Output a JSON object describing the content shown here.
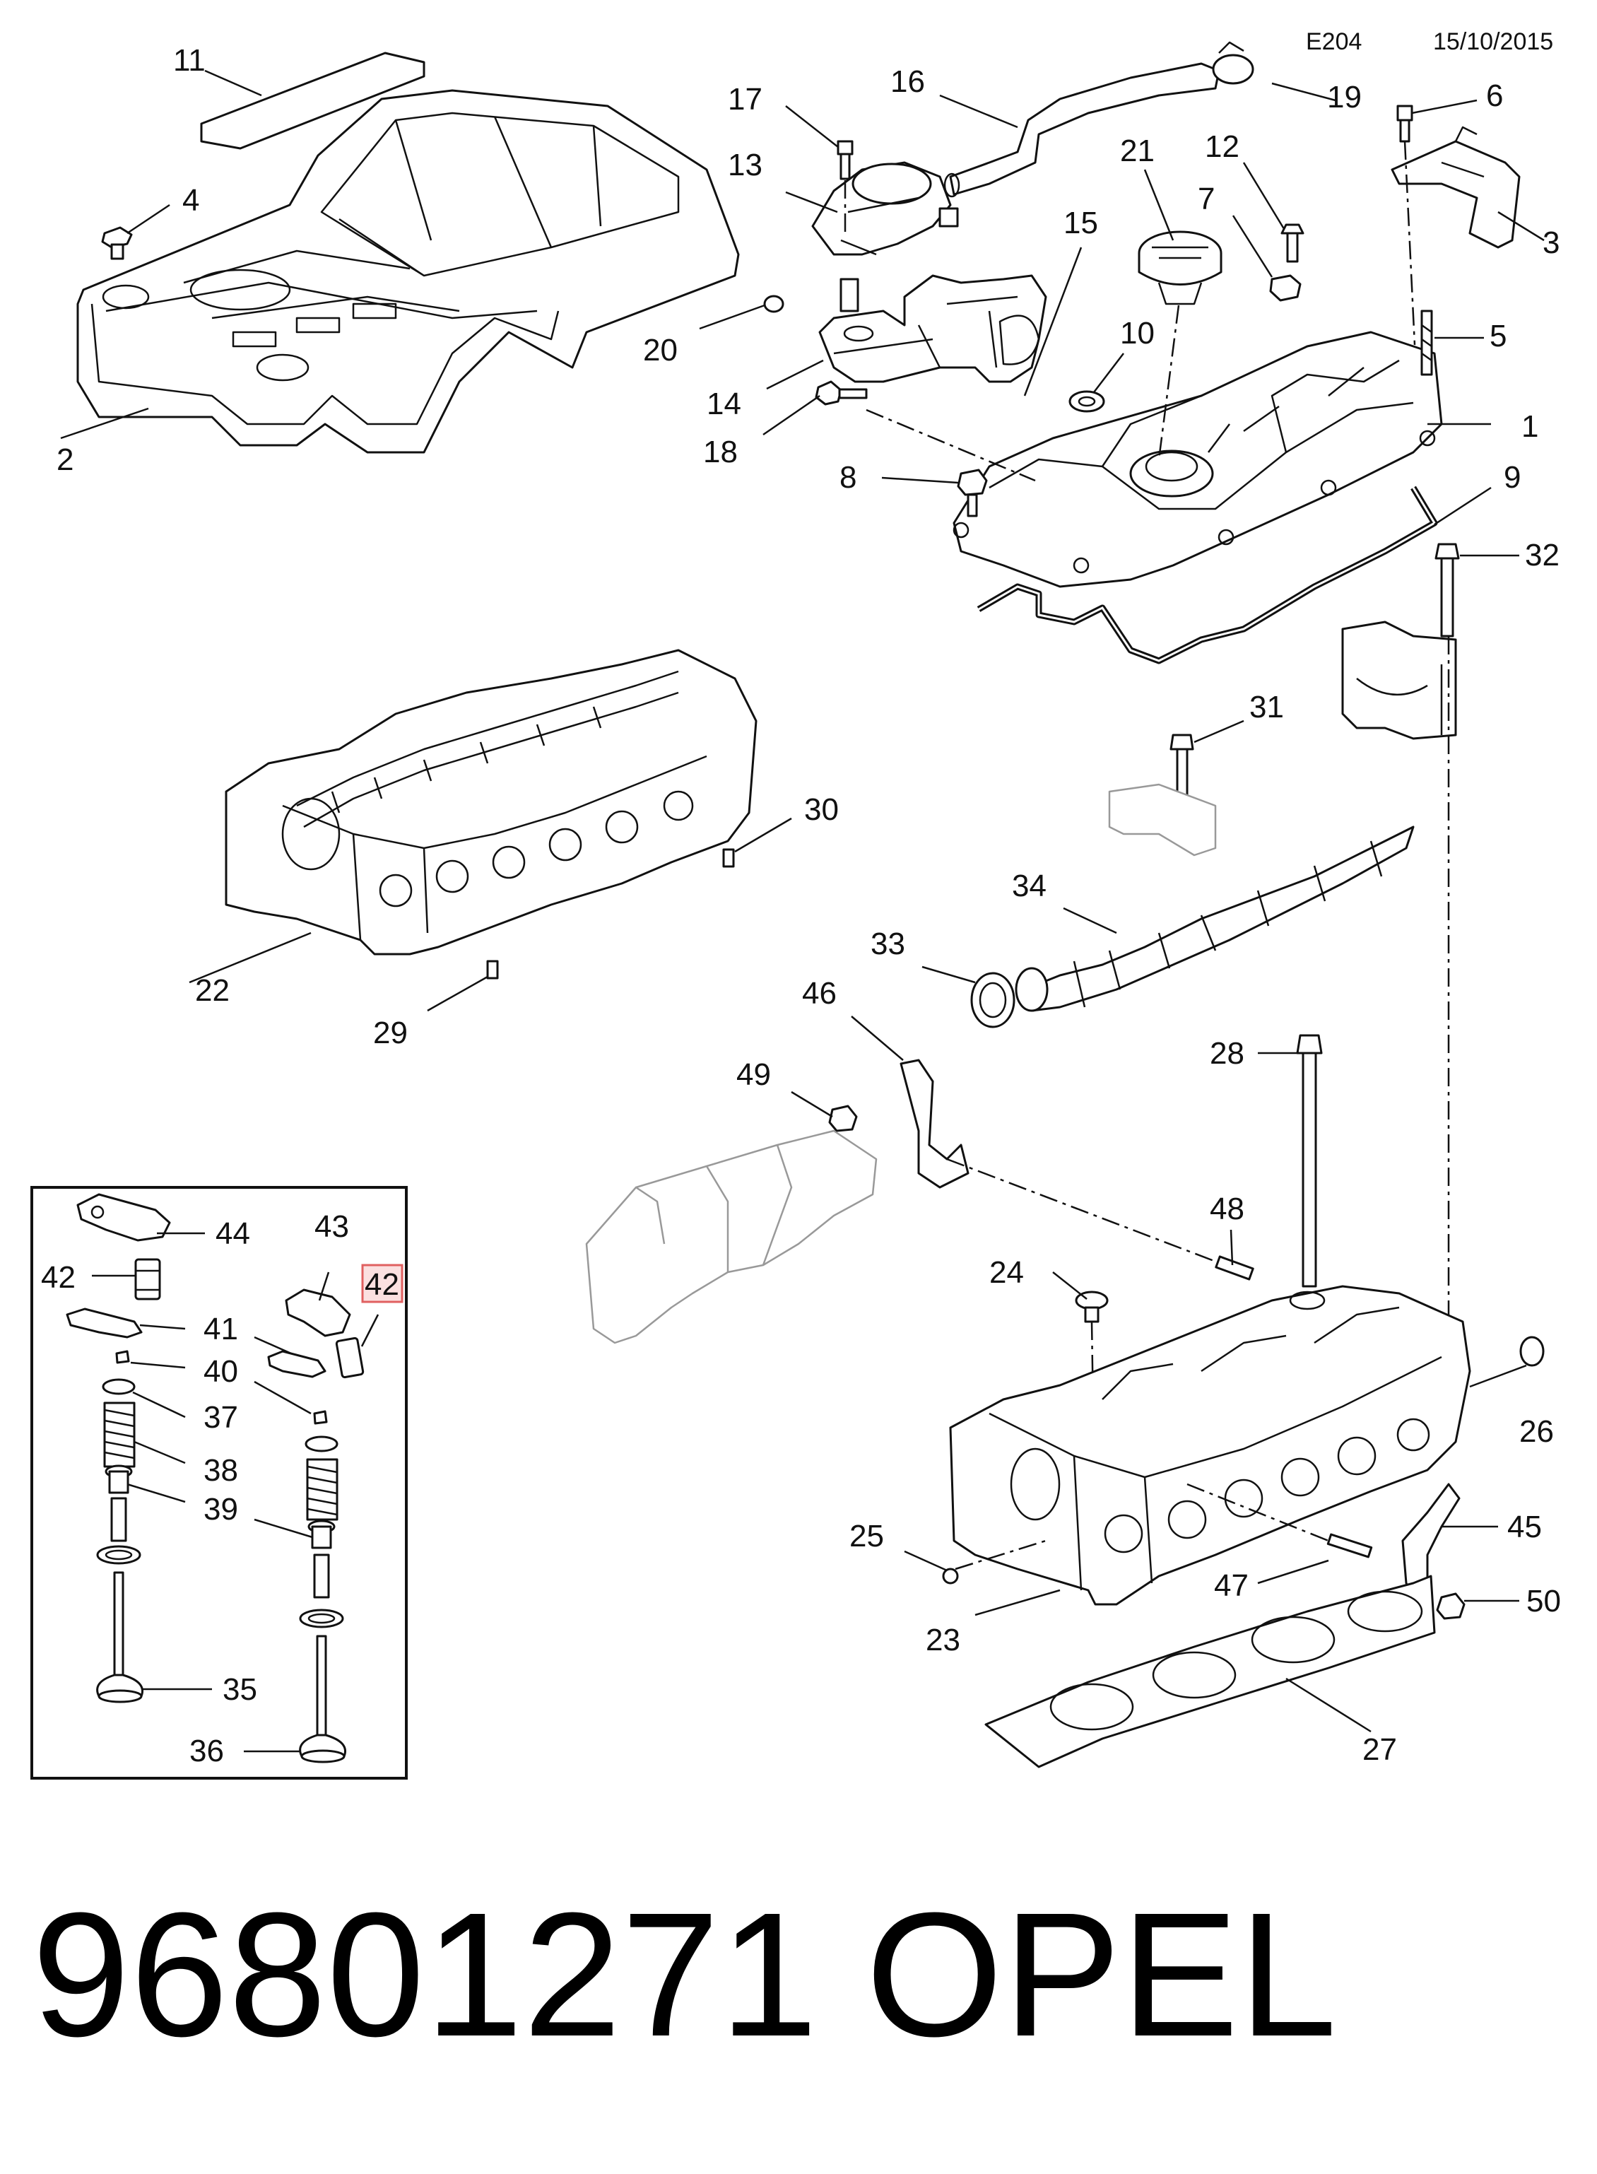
{
  "header": {
    "code": "E204",
    "date": "15/10/2015"
  },
  "footer": {
    "part_number": "96801271",
    "brand": "OPEL"
  },
  "callouts": [
    {
      "id": "c1",
      "text": "1"
    },
    {
      "id": "c2",
      "text": "2"
    },
    {
      "id": "c3",
      "text": "3"
    },
    {
      "id": "c4",
      "text": "4"
    },
    {
      "id": "c5",
      "text": "5"
    },
    {
      "id": "c6",
      "text": "6"
    },
    {
      "id": "c7",
      "text": "7"
    },
    {
      "id": "c8",
      "text": "8"
    },
    {
      "id": "c9",
      "text": "9"
    },
    {
      "id": "c10",
      "text": "10"
    },
    {
      "id": "c11",
      "text": "11"
    },
    {
      "id": "c12",
      "text": "12"
    },
    {
      "id": "c13",
      "text": "13"
    },
    {
      "id": "c14",
      "text": "14"
    },
    {
      "id": "c15",
      "text": "15"
    },
    {
      "id": "c16",
      "text": "16"
    },
    {
      "id": "c17",
      "text": "17"
    },
    {
      "id": "c18",
      "text": "18"
    },
    {
      "id": "c19",
      "text": "19"
    },
    {
      "id": "c20",
      "text": "20"
    },
    {
      "id": "c21",
      "text": "21"
    },
    {
      "id": "c22",
      "text": "22"
    },
    {
      "id": "c23",
      "text": "23"
    },
    {
      "id": "c24",
      "text": "24"
    },
    {
      "id": "c25",
      "text": "25"
    },
    {
      "id": "c26",
      "text": "26"
    },
    {
      "id": "c27",
      "text": "27"
    },
    {
      "id": "c28",
      "text": "28"
    },
    {
      "id": "c29",
      "text": "29"
    },
    {
      "id": "c30",
      "text": "30"
    },
    {
      "id": "c31",
      "text": "31"
    },
    {
      "id": "c32",
      "text": "32"
    },
    {
      "id": "c33",
      "text": "33"
    },
    {
      "id": "c34",
      "text": "34"
    },
    {
      "id": "c35",
      "text": "35"
    },
    {
      "id": "c36",
      "text": "36"
    },
    {
      "id": "c37",
      "text": "37"
    },
    {
      "id": "c38",
      "text": "38"
    },
    {
      "id": "c39",
      "text": "39"
    },
    {
      "id": "c40",
      "text": "40"
    },
    {
      "id": "c41",
      "text": "41"
    },
    {
      "id": "c42a",
      "text": "42"
    },
    {
      "id": "c42b",
      "text": "42"
    },
    {
      "id": "c43",
      "text": "43"
    },
    {
      "id": "c44",
      "text": "44"
    },
    {
      "id": "c45",
      "text": "45"
    },
    {
      "id": "c46",
      "text": "46"
    },
    {
      "id": "c47",
      "text": "47"
    },
    {
      "id": "c48",
      "text": "48"
    },
    {
      "id": "c49",
      "text": "49"
    },
    {
      "id": "c50",
      "text": "50"
    }
  ],
  "colors": {
    "line": "#111111",
    "ghost": "#999999",
    "highlight": "#e06060",
    "highlight_fill": "#fbe0e0"
  }
}
